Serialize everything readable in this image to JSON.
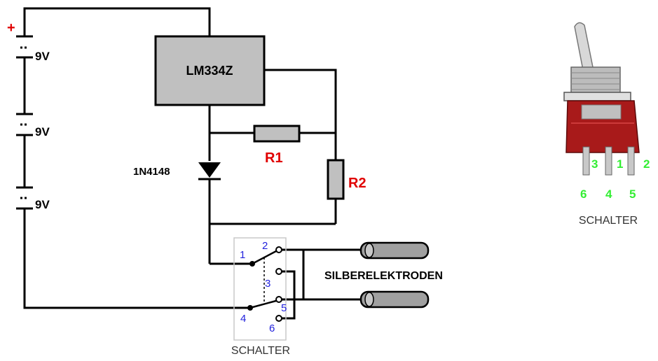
{
  "battery": {
    "plus": "+",
    "cells": [
      "9V",
      "9V",
      "9V"
    ]
  },
  "components": {
    "regulator": "LM334Z",
    "diode": "1N4148",
    "r1": "R1",
    "r2": "R2",
    "electrodes": "SILBERELEKTRODEN"
  },
  "switch_schematic": {
    "pins": [
      "1",
      "2",
      "3",
      "4",
      "5",
      "6"
    ],
    "caption": "SCHALTER"
  },
  "switch_photo": {
    "top_pins": [
      "3",
      "1",
      "2"
    ],
    "bottom_pins": [
      "6",
      "4",
      "5"
    ],
    "caption": "SCHALTER"
  },
  "colors": {
    "wire": "#000000",
    "plus": "#e00000",
    "resistor_label": "#e00000",
    "pin_number_blue": "#2222dd",
    "pin_number_green": "#33ee33",
    "component_fill": "#c0c0c0",
    "switch_body": "#a81a1a"
  }
}
